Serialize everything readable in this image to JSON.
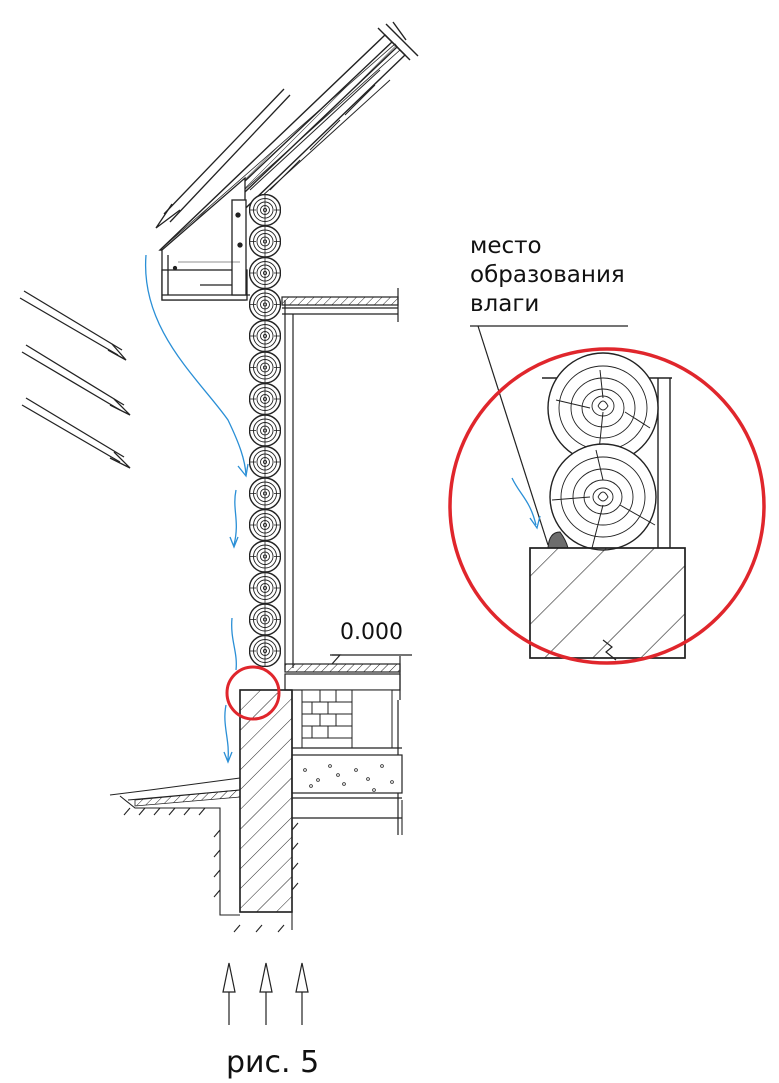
{
  "annotations": {
    "moisture_note": "место\nобразования\nвлаги",
    "level_mark": "0.000",
    "figure_caption": "рис. 5"
  },
  "colors": {
    "line": "#1a1a1a",
    "water_flow": "#2a8fd6",
    "highlight_circle": "#e0262c",
    "moisture_spot": "#6d6d6d"
  },
  "icons": [
    "wind-arrow-icon",
    "water-flow-arrow-icon",
    "ground-moisture-arrow-icon"
  ]
}
